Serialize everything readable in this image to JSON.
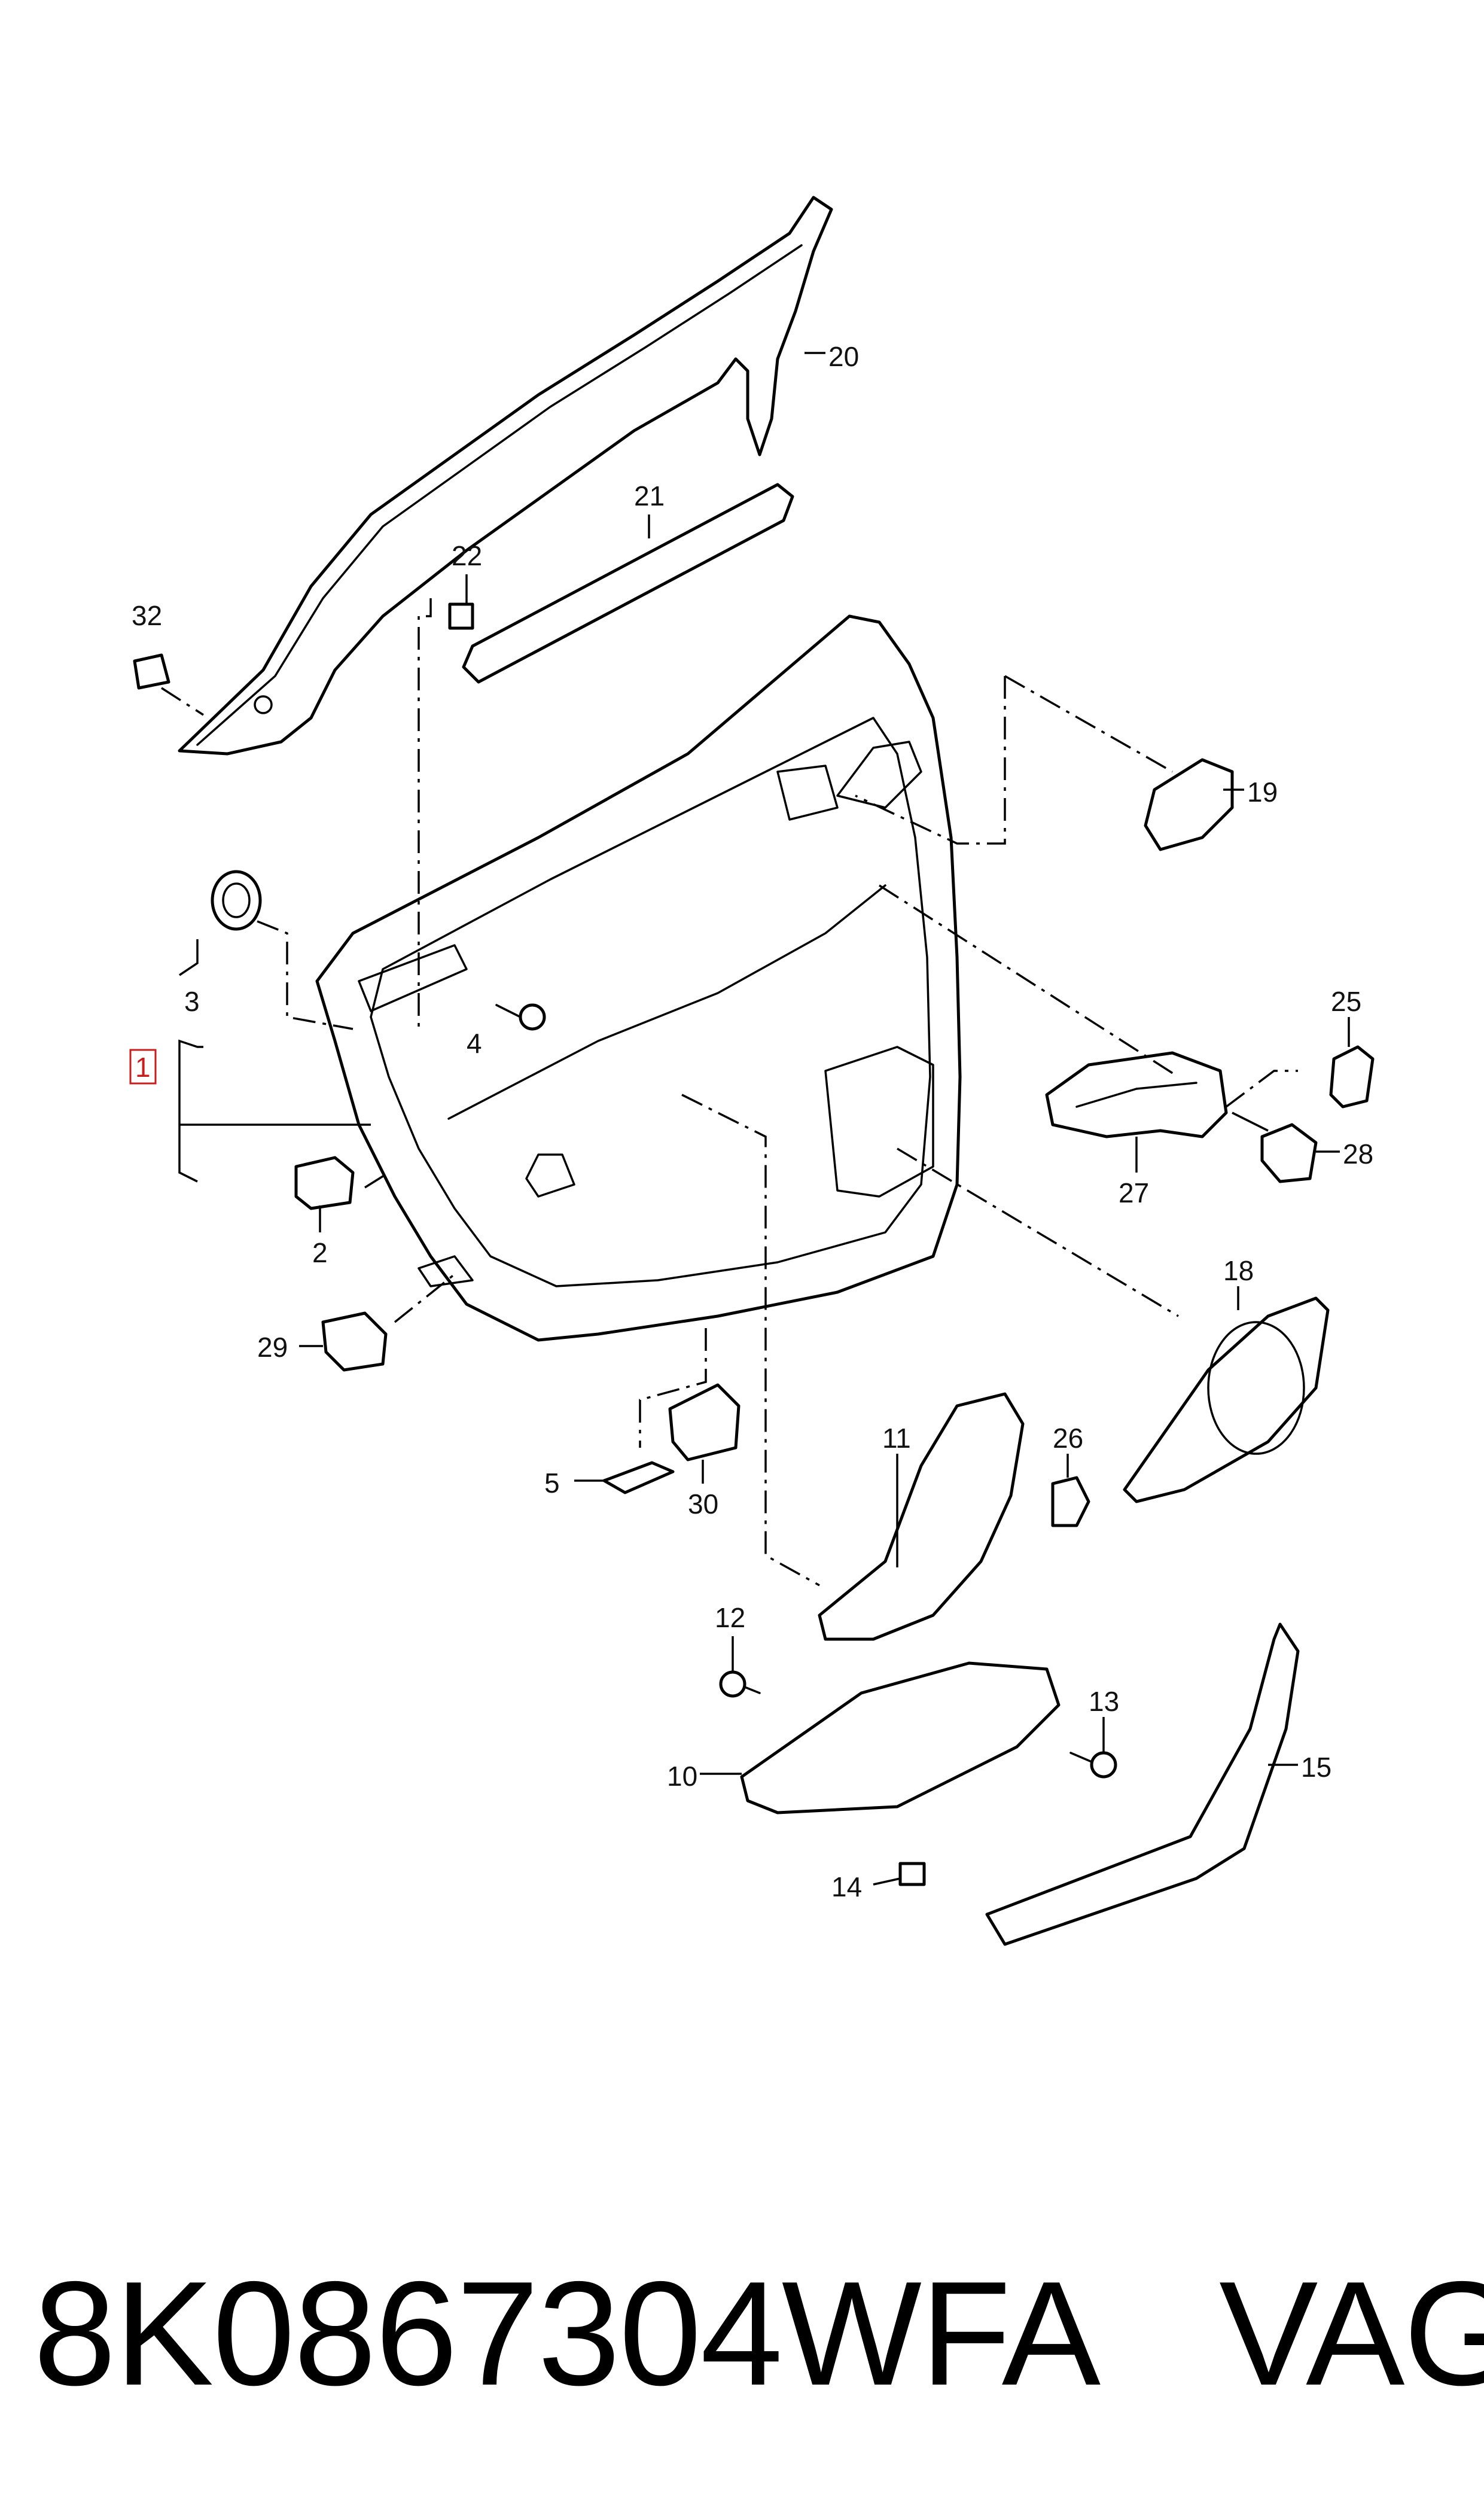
{
  "callouts": {
    "c1": "1",
    "c2": "2",
    "c3": "3",
    "c4": "4",
    "c5": "5",
    "c10": "10",
    "c11": "11",
    "c12": "12",
    "c13": "13",
    "c14": "14",
    "c15": "15",
    "c18": "18",
    "c19": "19",
    "c20": "20",
    "c21": "21",
    "c22": "22",
    "c25": "25",
    "c26": "26",
    "c27": "27",
    "c28": "28",
    "c29": "29",
    "c30": "30",
    "c32": "32"
  },
  "highlight_color": "#c81e1e",
  "caption": {
    "part_number": "8K0867304WFA",
    "brand": "VAG"
  }
}
